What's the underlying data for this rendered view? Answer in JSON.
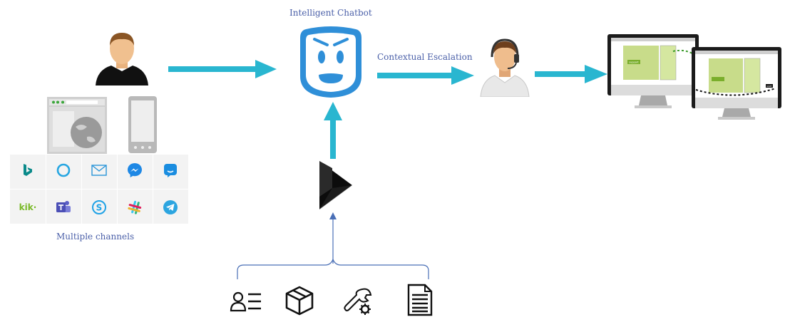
{
  "labels": {
    "chatbot": "Intelligent Chatbot",
    "escalation": "Contextual Escalation",
    "channels": "Multiple channels"
  },
  "channel_icons": [
    "bing-icon",
    "cortana-icon",
    "email-icon",
    "messenger-icon",
    "groupme-icon",
    "kik-icon",
    "teams-icon",
    "skype-icon",
    "slack-icon",
    "telegram-icon"
  ],
  "channel_text": {
    "kik": "kik·"
  },
  "screen_tags": {
    "support": "support",
    "user": "user"
  },
  "colors": {
    "arrow": "#29b6d0",
    "label": "#4a5fa8",
    "bot": "#3fa9e8",
    "dynamics": "#111111"
  }
}
